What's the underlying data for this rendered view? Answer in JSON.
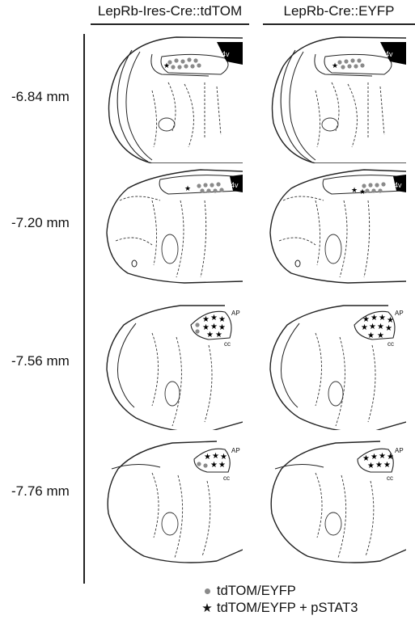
{
  "columns": [
    "LepRb-Ires-Cre::tdTOM",
    "LepRb-Cre::EYFP"
  ],
  "levels": [
    "-6.84 mm",
    "-7.20 mm",
    "-7.56 mm",
    "-7.76 mm"
  ],
  "labels": {
    "fourth_ventricle": "4v",
    "area_postrema": "AP",
    "central_canal": "cc"
  },
  "legend": [
    {
      "symbol": "gray-dot-icon",
      "label": "tdTOM/EYFP"
    },
    {
      "symbol": "black-star-icon",
      "label": "tdTOM/EYFP + pSTAT3"
    }
  ],
  "colors": {
    "dot": "#8a8a8a",
    "star": "#000000",
    "outline": "#222222"
  }
}
